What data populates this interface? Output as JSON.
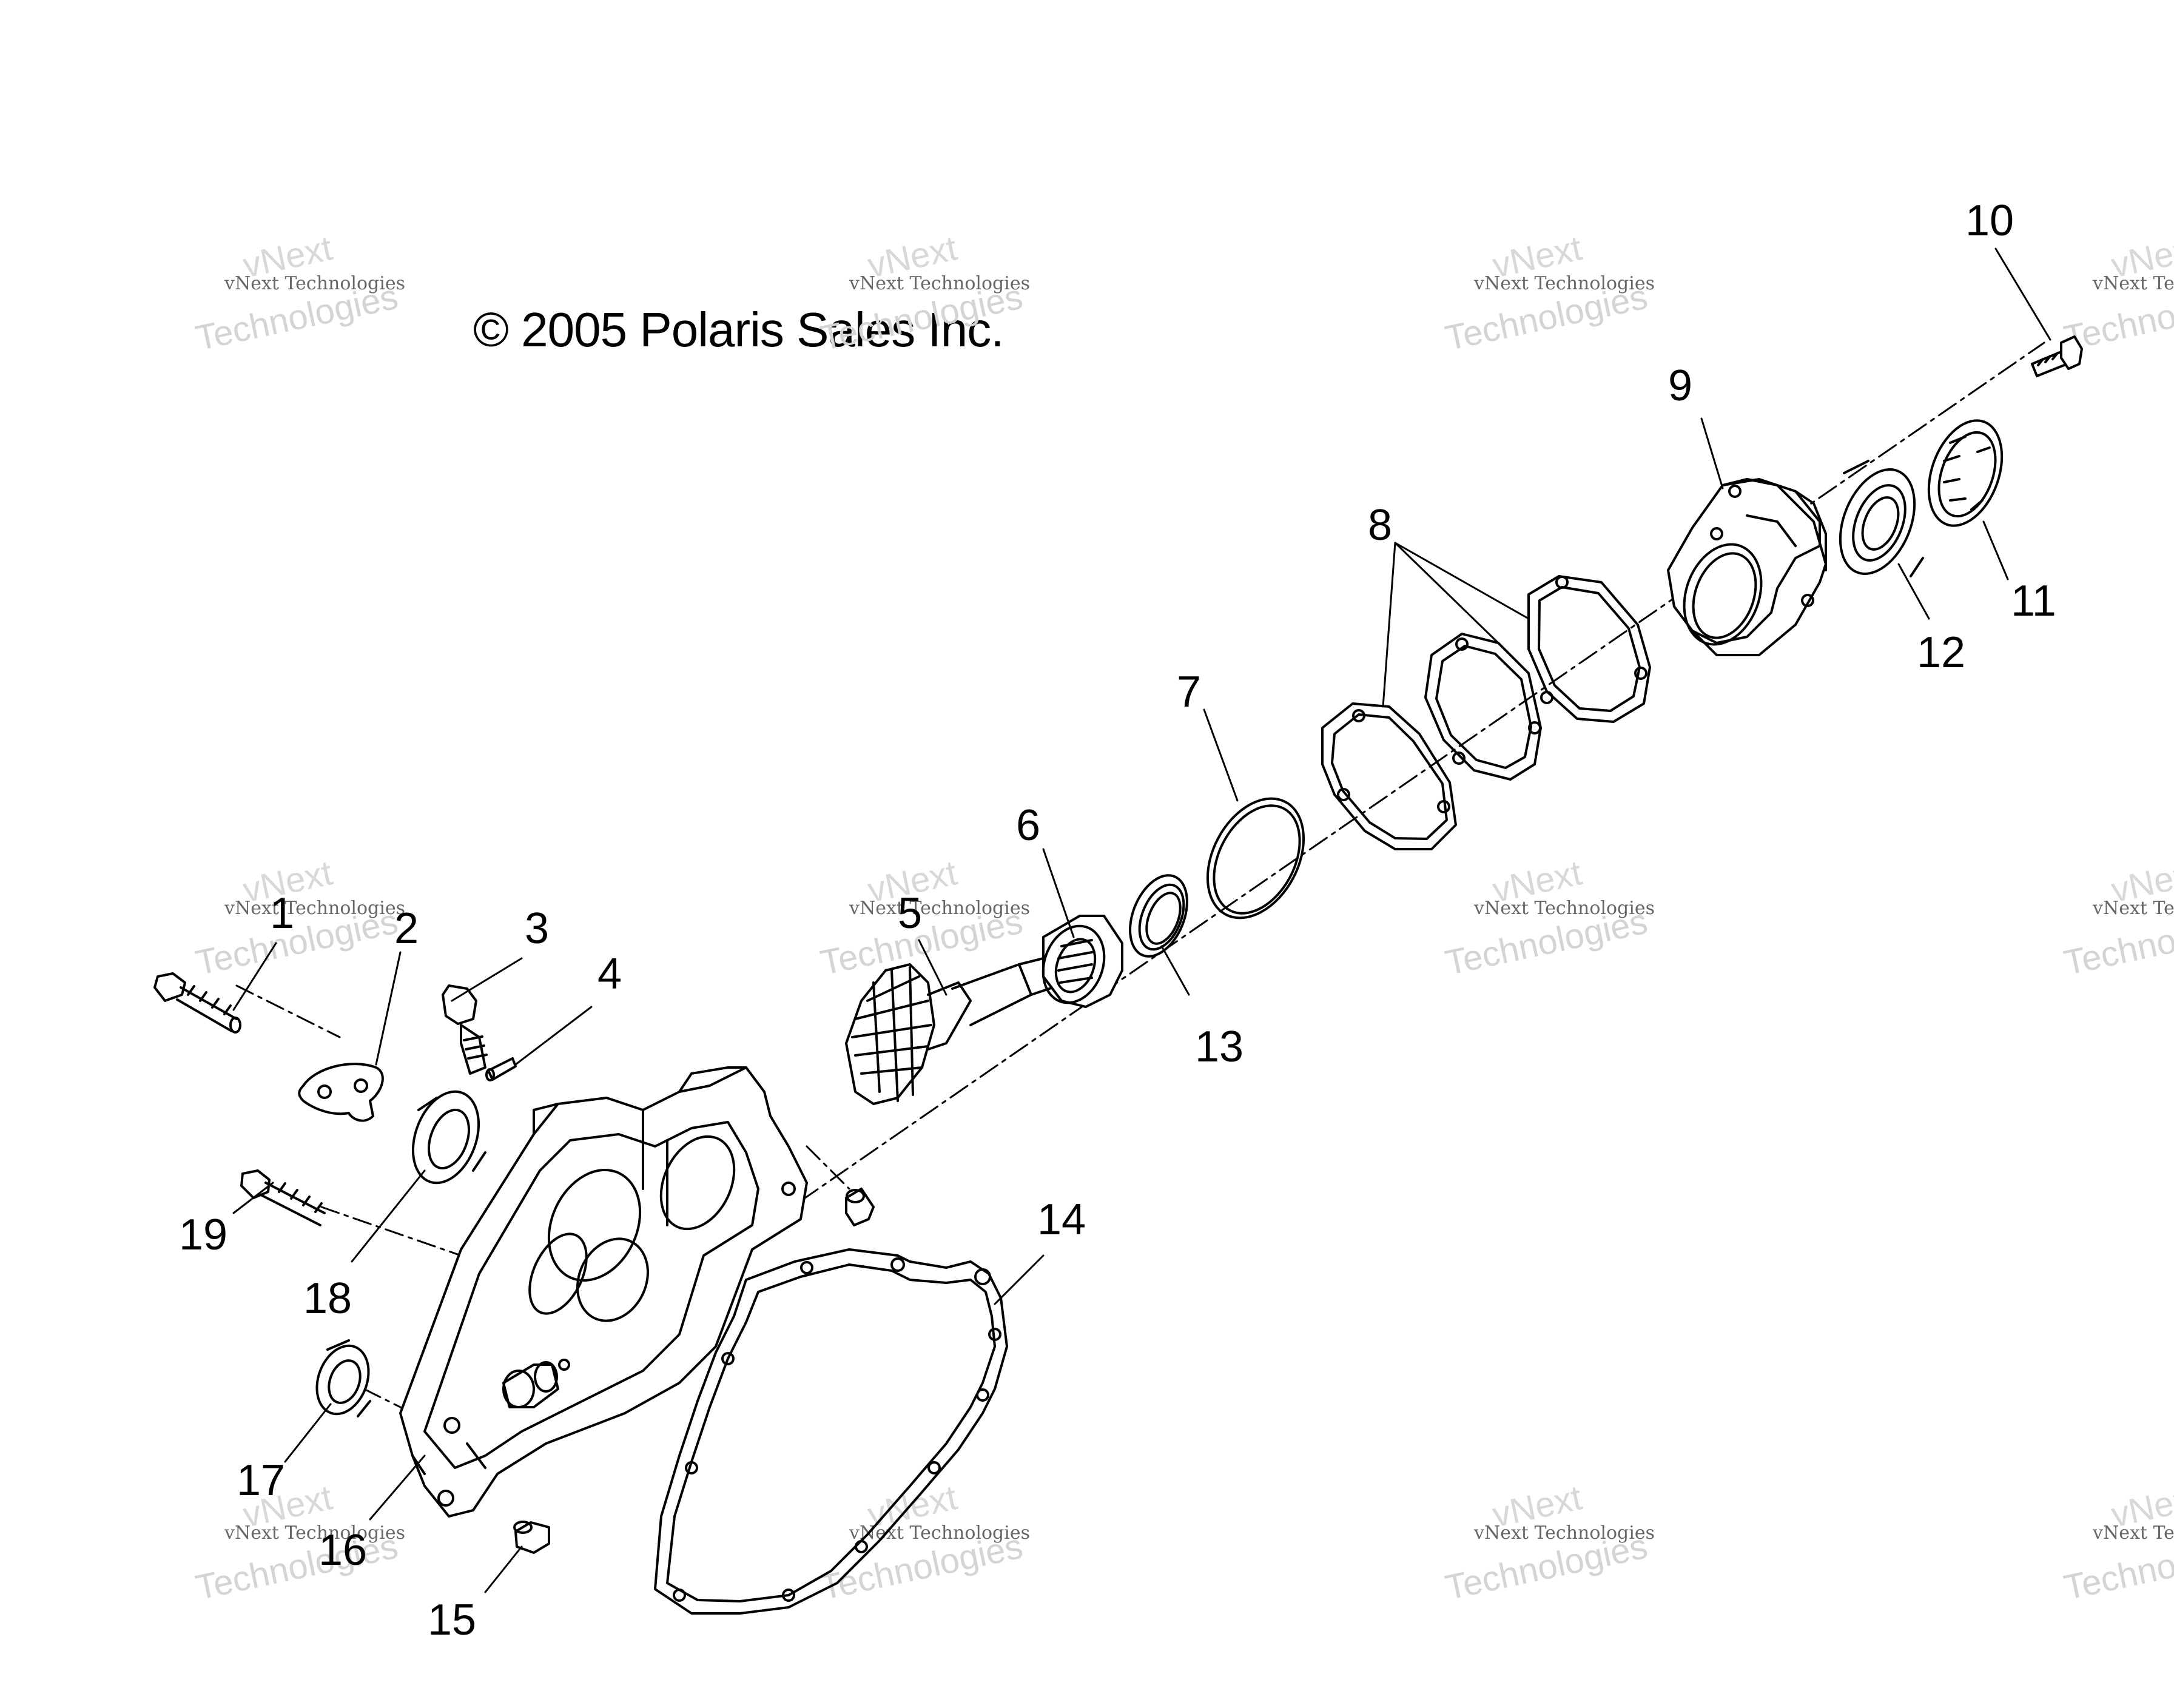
{
  "copyright": "© 2005 Polaris Sales Inc.",
  "watermark": {
    "line1": "vNext",
    "line2": "vNext Technologies",
    "line3": "Technologies"
  },
  "callouts": [
    "1",
    "2",
    "3",
    "4",
    "5",
    "6",
    "7",
    "8",
    "9",
    "10",
    "11",
    "12",
    "13",
    "14",
    "15",
    "16",
    "17",
    "18",
    "19"
  ],
  "ink_color": "#000000",
  "watermark_color": "#c9c9c9"
}
